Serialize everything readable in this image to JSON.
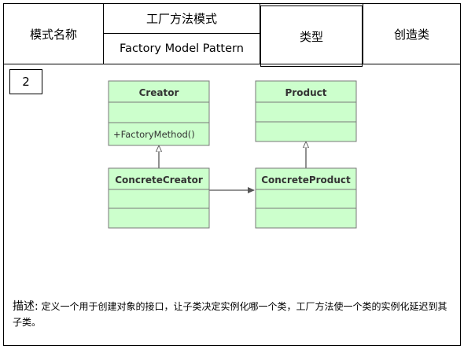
{
  "header": {
    "label": "模式名称",
    "name_cn": "工厂方法模式",
    "name_en": "Factory Model Pattern",
    "type_label": "类型",
    "type_value": "创造类"
  },
  "number": "2",
  "diagram": {
    "colors": {
      "fill": "#ccffcc",
      "stroke": "#7a7a7a",
      "title_text": "#333333",
      "method_text": "#333333"
    },
    "classes": {
      "creator": {
        "name": "Creator",
        "methods": [
          "",
          "+FactoryMethod()"
        ]
      },
      "product": {
        "name": "Product",
        "methods": [
          "",
          ""
        ]
      },
      "concrete_creator": {
        "name": "ConcreteCreator",
        "methods": [
          "",
          ""
        ]
      },
      "concrete_product": {
        "name": "ConcreteProduct",
        "methods": [
          "",
          ""
        ]
      }
    },
    "relations": [
      {
        "type": "inheritance",
        "from": "concrete_creator",
        "to": "creator"
      },
      {
        "type": "inheritance",
        "from": "concrete_product",
        "to": "product"
      },
      {
        "type": "association",
        "from": "concrete_creator",
        "to": "concrete_product"
      }
    ]
  },
  "description": {
    "label": "描述:",
    "text": "定义一个用于创建对象的接口，让子类决定实例化哪一个类，工厂方法使一个类的实例化延迟到其子类。"
  }
}
